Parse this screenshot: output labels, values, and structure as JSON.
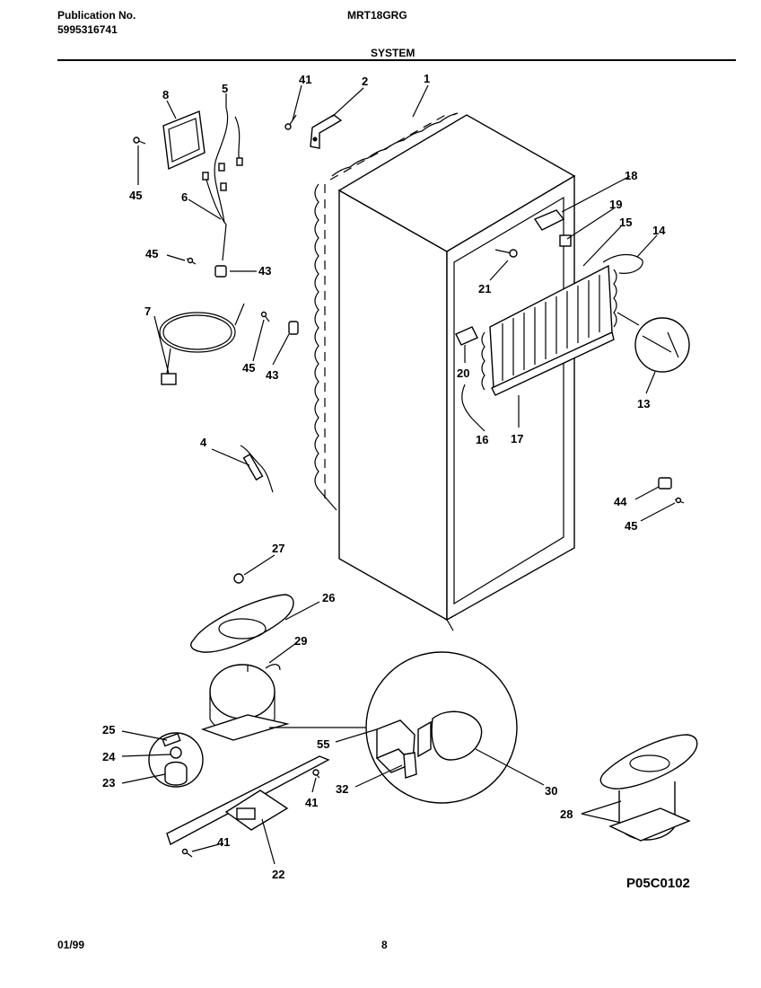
{
  "header": {
    "publication_label": "Publication No.",
    "publication_number": "5995316741",
    "model": "MRT18GRG",
    "section": "SYSTEM"
  },
  "footer": {
    "date": "01/99",
    "page": "8"
  },
  "diagram_code": "P05C0102",
  "callouts": {
    "c1": "1",
    "c2": "2",
    "c4": "4",
    "c5": "5",
    "c6": "6",
    "c7": "7",
    "c8": "8",
    "c13": "13",
    "c14": "14",
    "c15": "15",
    "c16": "16",
    "c17": "17",
    "c18": "18",
    "c19": "19",
    "c20": "20",
    "c21": "21",
    "c22": "22",
    "c23": "23",
    "c24": "24",
    "c25": "25",
    "c26": "26",
    "c27": "27",
    "c28": "28",
    "c29": "29",
    "c30": "30",
    "c32": "32",
    "c41a": "41",
    "c41b": "41",
    "c41c": "41",
    "c43a": "43",
    "c43b": "43",
    "c44": "44",
    "c45a": "45",
    "c45b": "45",
    "c45c": "45",
    "c45d": "45",
    "c55": "55"
  }
}
